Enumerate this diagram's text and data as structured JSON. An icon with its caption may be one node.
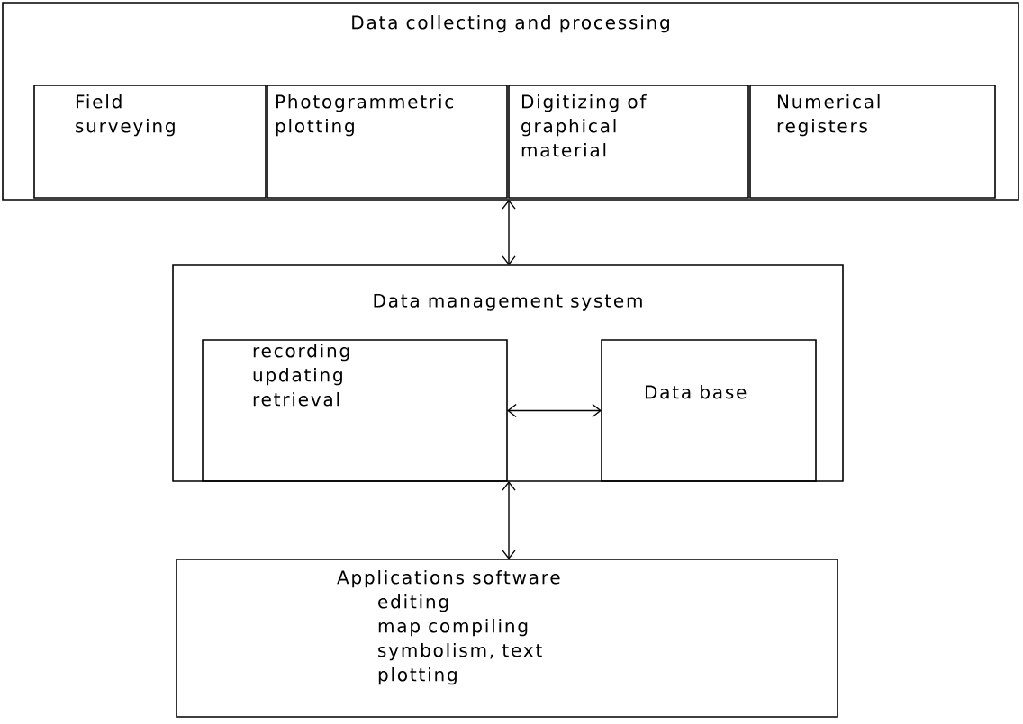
{
  "diagram": {
    "nodes": [
      {
        "text": [
          "Data collecting and processing"
        ]
      },
      {
        "text": [
          "Field surveying"
        ],
        "in": 0
      },
      {
        "text": [
          "Photogrammetric plotting"
        ],
        "in": 0
      },
      {
        "text": [
          "Digitizing of graphical material"
        ],
        "in": 0
      },
      {
        "text": [
          "Numerical registers"
        ],
        "in": 0
      },
      {
        "text": [
          "Data management system"
        ]
      },
      {
        "text": [
          "recording",
          "updating",
          "retrieval"
        ],
        "in": 5
      },
      {
        "text": [
          "Data base"
        ],
        "in": 5
      },
      {
        "text": [
          "Applications software",
          "editing",
          "map compiling",
          "symbolism, text",
          "plotting"
        ]
      }
    ],
    "edges": [
      {
        "from": 0,
        "to": 5,
        "arrow": "both"
      },
      {
        "from": 6,
        "to": 7,
        "arrow": "both"
      },
      {
        "from": 5,
        "to": 8,
        "arrow": "both"
      }
    ]
  }
}
